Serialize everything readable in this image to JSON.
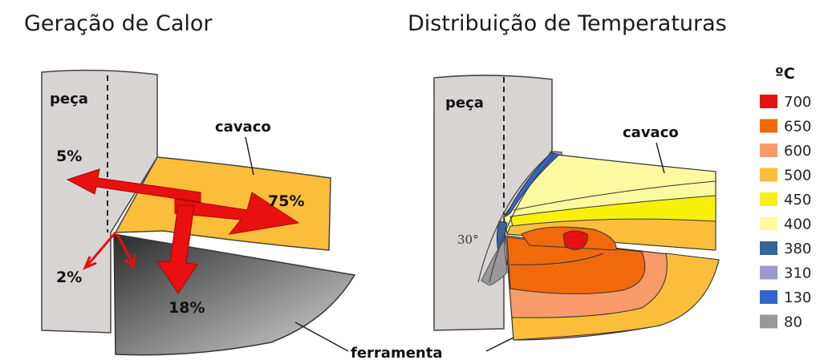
{
  "titles": {
    "left": "Geração de Calor",
    "right": "Distribuição de Temperaturas"
  },
  "labels": {
    "peca": "peça",
    "cavaco": "cavaco",
    "ferramenta": "ferramenta",
    "angle": "30°"
  },
  "heat_generation": {
    "chip": "75%",
    "workpiece": "5%",
    "tool": "18%",
    "friction": "2%"
  },
  "legend": {
    "unit": "ºC",
    "items": [
      {
        "label": "700",
        "color": "#e81010"
      },
      {
        "label": "650",
        "color": "#f06a0c"
      },
      {
        "label": "600",
        "color": "#f89a6a"
      },
      {
        "label": "500",
        "color": "#fbbe3a"
      },
      {
        "label": "450",
        "color": "#f8f20a"
      },
      {
        "label": "400",
        "color": "#fcfaa0"
      },
      {
        "label": "380",
        "color": "#336699"
      },
      {
        "label": "310",
        "color": "#9999cc"
      },
      {
        "label": "130",
        "color": "#3366cc"
      },
      {
        "label": "80",
        "color": "#999999"
      }
    ]
  }
}
